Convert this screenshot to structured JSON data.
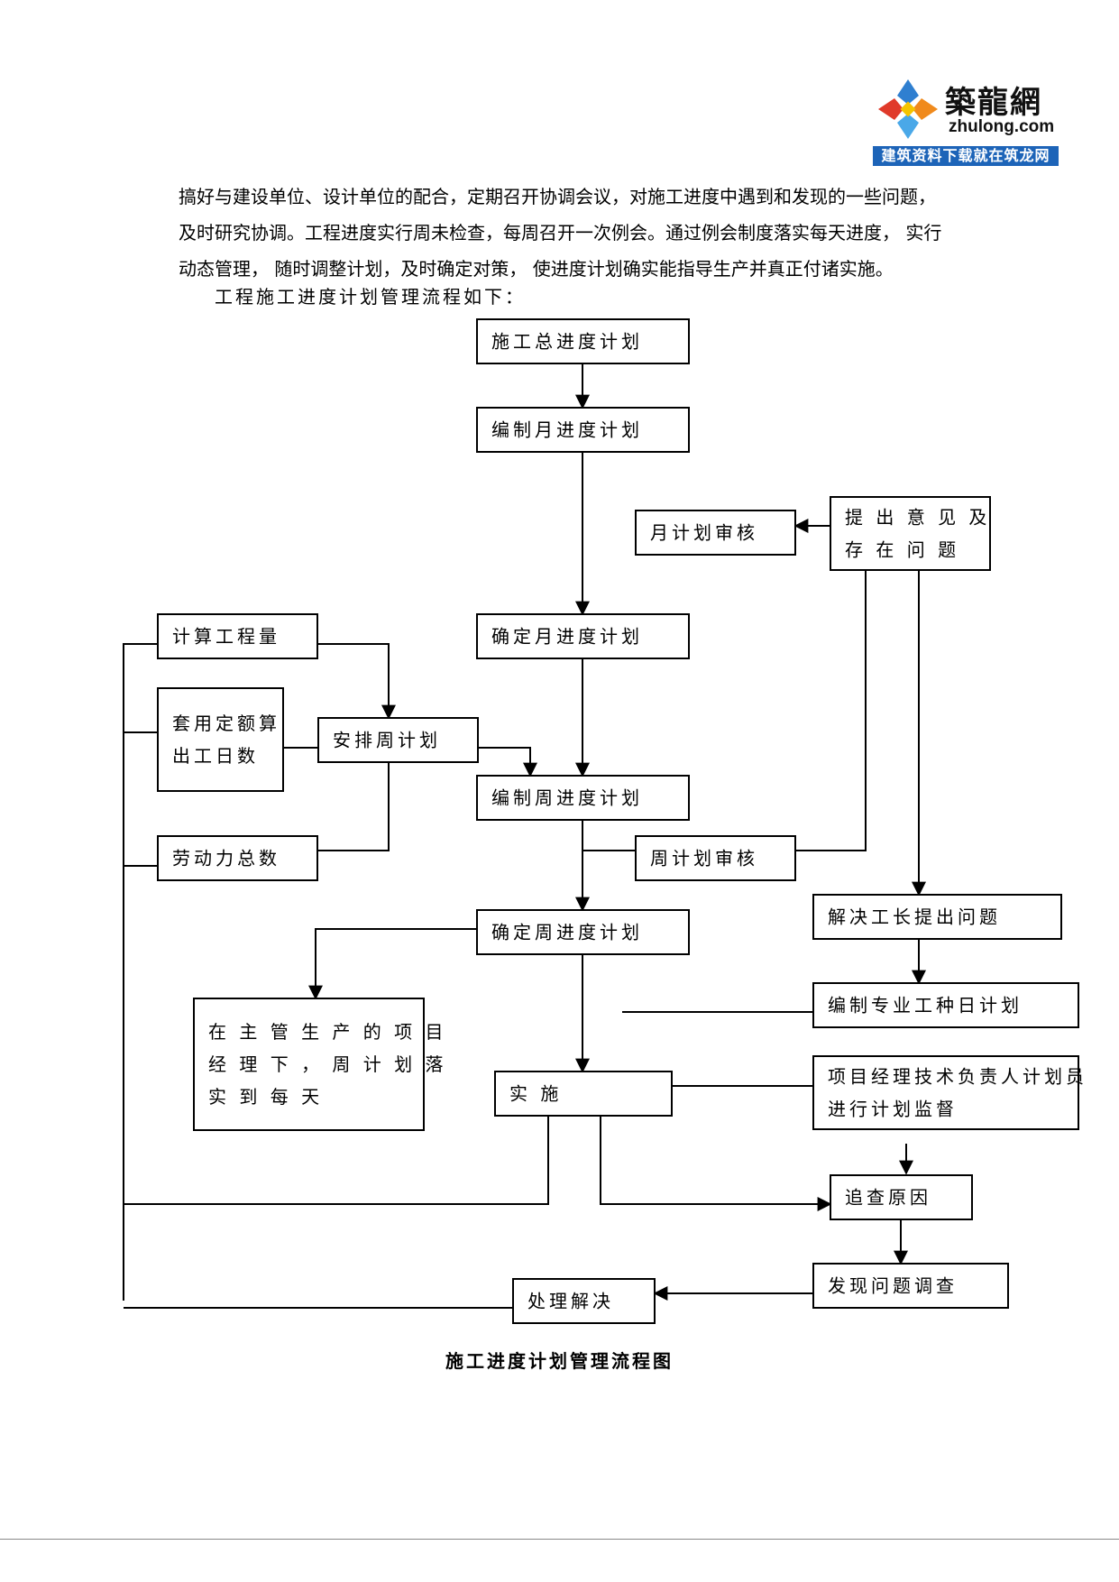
{
  "logo": {
    "name_cn": "築龍網",
    "domain": "zhulong.com",
    "slogan": "建筑资料下载就在筑龙网"
  },
  "document": {
    "paragraph_lines": [
      "搞好与建设单位、设计单位的配合，定期召开协调会议，对施工进度中遇到和发现的一些问题，",
      "及时研究协调。工程进度实行周未检查，每周召开一次例会。通过例会制度落实每天进度， 实行",
      "动态管理， 随时调整计划，及时确定对策， 使进度计划确实能指导生产并真正付诸实施。"
    ],
    "intro": "工程施工进度计划管理流程如下：",
    "caption": "施工进度计划管理流程图"
  },
  "flowchart": {
    "nodes": {
      "master_plan": [
        "施工总进度计划"
      ],
      "compile_month": [
        "编制月进度计划"
      ],
      "month_review": [
        "月计划审核"
      ],
      "raise_opinions": [
        "提 出 意 见 及",
        "存 在 问 题"
      ],
      "calc_quantity": [
        "计算工程量"
      ],
      "confirm_month": [
        "确定月进度计划"
      ],
      "quota_days": [
        "套用定额算",
        "出工日数"
      ],
      "arrange_week": [
        "安排周计划"
      ],
      "compile_week": [
        "编制周进度计划"
      ],
      "labor_total": [
        "劳动力总数"
      ],
      "week_review": [
        "周计划审核"
      ],
      "solve_foreman": [
        "解决工长提出问题"
      ],
      "confirm_week": [
        "确定周进度计划"
      ],
      "under_manager": [
        "在 主 管 生 产 的 项 目",
        "经 理 下 ， 周 计 划 落",
        "实 到 每 天"
      ],
      "compile_daily": [
        "编制专业工种日计划"
      ],
      "implement": [
        "实  施"
      ],
      "supervise": [
        "项目经理技术负责人计划员",
        "进行计划监督"
      ],
      "trace_cause": [
        "追查原因"
      ],
      "find_problem": [
        "发现问题调查"
      ],
      "handle_solve": [
        "处理解决"
      ]
    }
  }
}
